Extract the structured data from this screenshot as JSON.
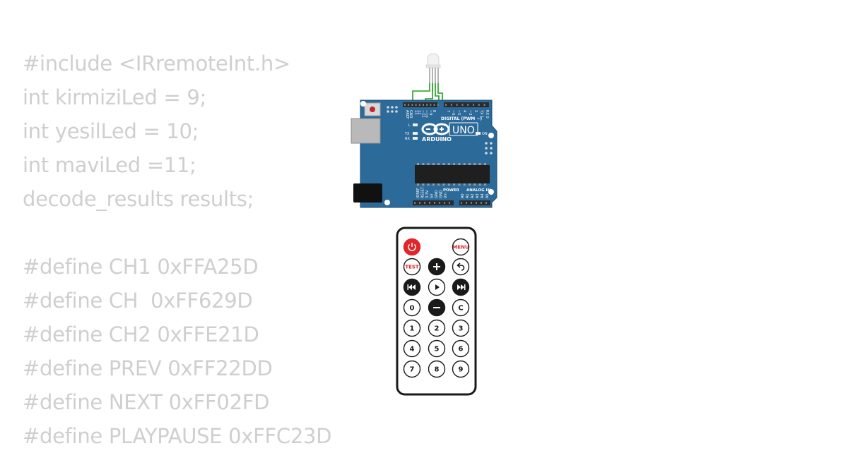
{
  "code": {
    "lines": [
      "#include <IRremoteInt.h>",
      "int kirmiziLed = 9;",
      "int yesilLed = 10;",
      "int maviLed =11;",
      "decode_results results;",
      "",
      "#define CH1 0xFFA25D",
      "#define CH  0xFF629D",
      "#define CH2 0xFFE21D",
      "#define PREV 0xFF22DD",
      "#define NEXT 0xFF02FD",
      "#define PLAYPAUSE 0xFFC23D"
    ]
  },
  "arduino": {
    "brand": "ARDUINO",
    "model": "UNO",
    "digital_label": "DIGITAL (PWM ~)",
    "power_label": "POWER",
    "analog_label": "ANALOG IN",
    "on_label": "ON",
    "tx_label": "TX",
    "rx_label": "RX",
    "l_label": "L",
    "board_color": "#2c6a9a",
    "header_pins": [
      "AREF",
      "GND",
      "13",
      "12",
      "~11",
      "~10",
      "~9",
      "8",
      "7",
      "~6",
      "~5",
      "4",
      "~3",
      "2",
      "TX 1",
      "RX 0"
    ],
    "power_pins": [
      "IOREF",
      "RESET",
      "3.3V",
      "5V",
      "GND",
      "GND",
      "Vin"
    ],
    "analog_pins": [
      "A0",
      "A1",
      "A2",
      "A3",
      "A4",
      "A5"
    ]
  },
  "remote": {
    "buttons": [
      [
        "power-icon",
        "",
        "MENU"
      ],
      [
        "TEST",
        "plus-icon",
        "back-icon"
      ],
      [
        "rewind-icon",
        "play-icon",
        "fast-forward-icon"
      ],
      [
        "0",
        "minus-icon",
        "C"
      ],
      [
        "1",
        "2",
        "3"
      ],
      [
        "4",
        "5",
        "6"
      ],
      [
        "7",
        "8",
        "9"
      ]
    ],
    "labels": {
      "menu": "MENU",
      "test": "TEST",
      "c": "C",
      "digits": [
        "0",
        "1",
        "2",
        "3",
        "4",
        "5",
        "6",
        "7",
        "8",
        "9"
      ]
    },
    "power_color": "#e0262b"
  },
  "wire_color": "#1d9e1d"
}
